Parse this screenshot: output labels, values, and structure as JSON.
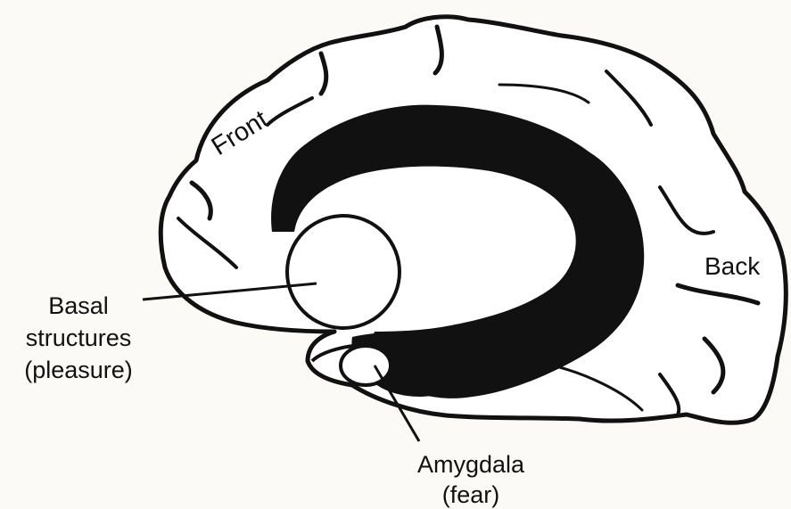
{
  "labels": {
    "front": "Front",
    "back": "Back",
    "basal_line1": "Basal",
    "basal_line2": "structures",
    "basal_line3": "(pleasure)",
    "amygdala_line1": "Amygdala",
    "amygdala_line2": "(fear)"
  },
  "colors": {
    "ink": "#111111",
    "paper": "#fbfaf6",
    "fill": "#ffffff"
  }
}
